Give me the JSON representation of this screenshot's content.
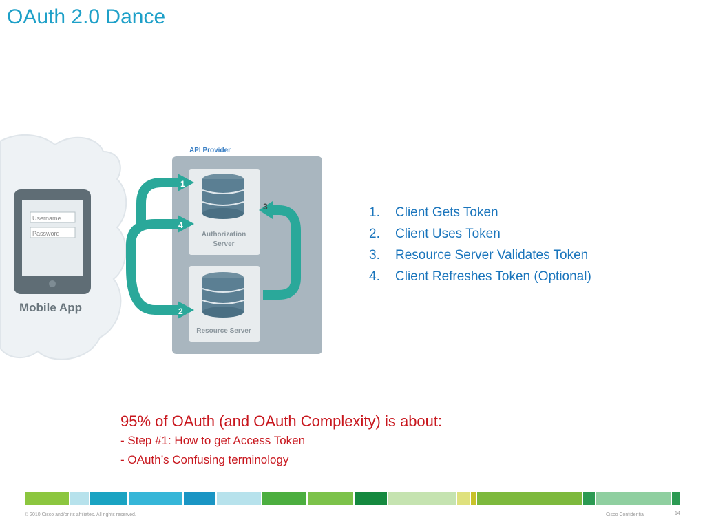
{
  "slide": {
    "title": "OAuth 2.0 Dance"
  },
  "diagram": {
    "provider_label": "API Provider",
    "auth_server_line1": "Authorization",
    "auth_server_line2": "Server",
    "resource_server": "Resource Server",
    "mobile_app": "Mobile App",
    "username_field": "Username",
    "password_field": "Password",
    "arrow_labels": [
      "1",
      "4",
      "3",
      "2"
    ]
  },
  "steps": [
    {
      "num": "1.",
      "text": "Client Gets Token"
    },
    {
      "num": "2.",
      "text": "Client Uses Token"
    },
    {
      "num": "3.",
      "text": "Resource Server Validates Token"
    },
    {
      "num": "4.",
      "text": "Client Refreshes Token (Optional)"
    }
  ],
  "note": {
    "heading": "95% of OAuth (and OAuth Complexity) is about:",
    "line1": "- Step #1: How to get Access Token",
    "line2": "- OAuth’s Confusing terminology"
  },
  "footer": {
    "copyright": "© 2010 Cisco and/or its affiliates. All rights reserved.",
    "confidential": "Cisco Confidential",
    "page_number": "14"
  },
  "colors": {
    "title": "#1ea0c8",
    "steps": "#1a75bc",
    "note": "#c8171e",
    "arrow": "#2a9d8f"
  }
}
